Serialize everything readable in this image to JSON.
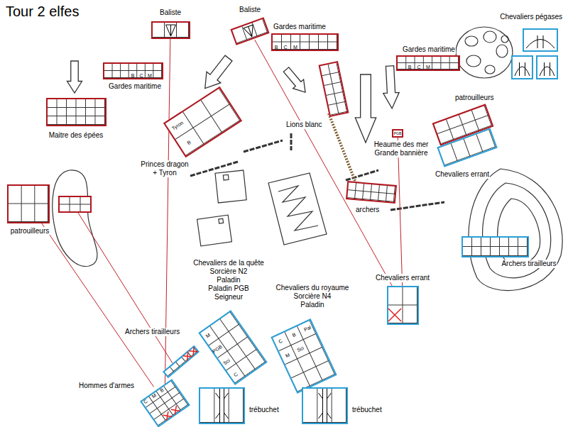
{
  "diagram": {
    "title": "Tour 2 elfes",
    "nodes": [
      {
        "text": [
          "Baliste"
        ]
      },
      {
        "text": [
          "Baliste"
        ]
      },
      {
        "text": [
          "Gardes maritime"
        ]
      },
      {
        "text": [
          "Chevaliers pégases"
        ]
      },
      {
        "text": [
          "Gardes maritime"
        ]
      },
      {
        "text": [
          "Gardes maritime"
        ]
      },
      {
        "text": [
          "Maitre des épées"
        ]
      },
      {
        "text": [
          "Princes dragon",
          "+ Tyron"
        ]
      },
      {
        "text": [
          "Lions blanc"
        ]
      },
      {
        "text": [
          "patrouilleurs"
        ]
      },
      {
        "text": [
          "Chevaliers errant"
        ]
      },
      {
        "text": [
          "Heaume des mer",
          "Grande bannière"
        ]
      },
      {
        "text": [
          "archers"
        ]
      },
      {
        "text": [
          "patrouilleurs"
        ]
      },
      {
        "text": [
          "Archers tirailleurs"
        ]
      },
      {
        "text": [
          "Chevaliers errant"
        ]
      },
      {
        "text": [
          "Chevaliers de la quête",
          "Sorcière N2",
          "Paladin",
          "Paladin PGB",
          "Seigneur"
        ]
      },
      {
        "text": [
          "Chevaliers du royaume",
          "Sorcière N4",
          "Paladin"
        ]
      },
      {
        "text": [
          "Archers tirailleurs"
        ]
      },
      {
        "text": [
          "Hommes d'armes"
        ]
      },
      {
        "text": [
          "trébuchet"
        ]
      },
      {
        "text": [
          "trébuchet"
        ]
      }
    ],
    "edges": [
      {
        "from": 0,
        "to": 19,
        "arrow": "none"
      },
      {
        "from": 1,
        "to": 15,
        "arrow": "none"
      },
      {
        "from": 13,
        "to": 19,
        "arrow": "none"
      },
      {
        "from": 11,
        "to": 15,
        "arrow": "none"
      }
    ],
    "labels": [
      "B",
      "C",
      "M",
      "B",
      "C",
      "M",
      "B",
      "C",
      "M",
      "PGB",
      "Tyron",
      "B",
      "M",
      "PGB",
      "Sci",
      "C",
      "C",
      "M",
      "B",
      "Sci",
      "Pal",
      "C",
      "M",
      "B"
    ]
  }
}
